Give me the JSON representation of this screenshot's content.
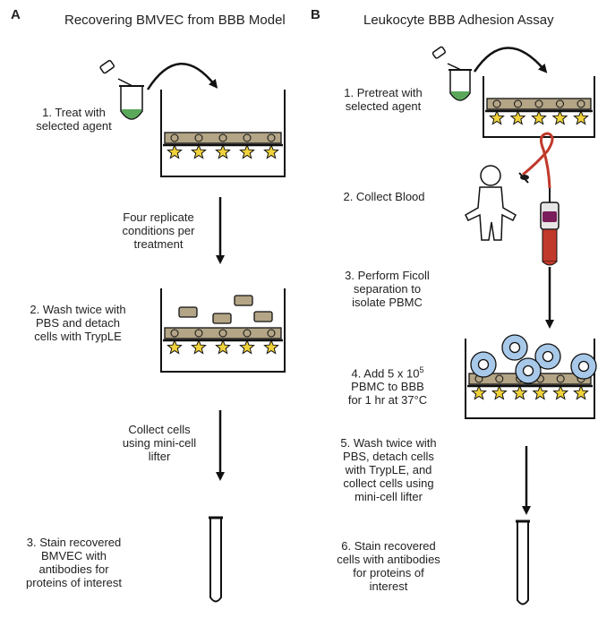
{
  "panel_a": {
    "letter": "A",
    "title": "Recovering BMVEC from BBB Model",
    "steps": {
      "s1": [
        "1. Treat with",
        "selected agent"
      ],
      "arrow1": [
        "Four replicate",
        "conditions per",
        "treatment"
      ],
      "s2": [
        "2. Wash twice with",
        "PBS and detach",
        "cells with TrypLE"
      ],
      "arrow2": [
        "Collect cells",
        "using mini-cell",
        "lifter"
      ],
      "s3": [
        "3. Stain recovered",
        "BMVEC with",
        "antibodies for",
        "proteins of interest"
      ]
    }
  },
  "panel_b": {
    "letter": "B",
    "title": "Leukocyte BBB Adhesion Assay",
    "steps": {
      "s1": [
        "1. Pretreat with",
        "selected agent"
      ],
      "s2": [
        "2. Collect Blood"
      ],
      "s3": [
        "3. Perform Ficoll",
        "separation to",
        "isolate PBMC"
      ],
      "s4_line1_pre": "4. Add 5 x 10",
      "s4_line1_sup": "5",
      "s4_rest": [
        "PBMC to BBB",
        "for 1 hr at 37°C"
      ],
      "s5": [
        "5. Wash twice with",
        "PBS, detach cells",
        "with TrypLE, and",
        "collect cells using",
        "mini-cell lifter"
      ],
      "s6": [
        "6. Stain recovered",
        "cells with antibodies",
        "for proteins of",
        "interest"
      ]
    }
  },
  "colors": {
    "cell_fill": "#b3a586",
    "star_fill": "#f0d23a",
    "pbmc_fill": "#a7c8e8",
    "tube_liquid": "#5aa85a",
    "blood_red": "#c0392b"
  }
}
